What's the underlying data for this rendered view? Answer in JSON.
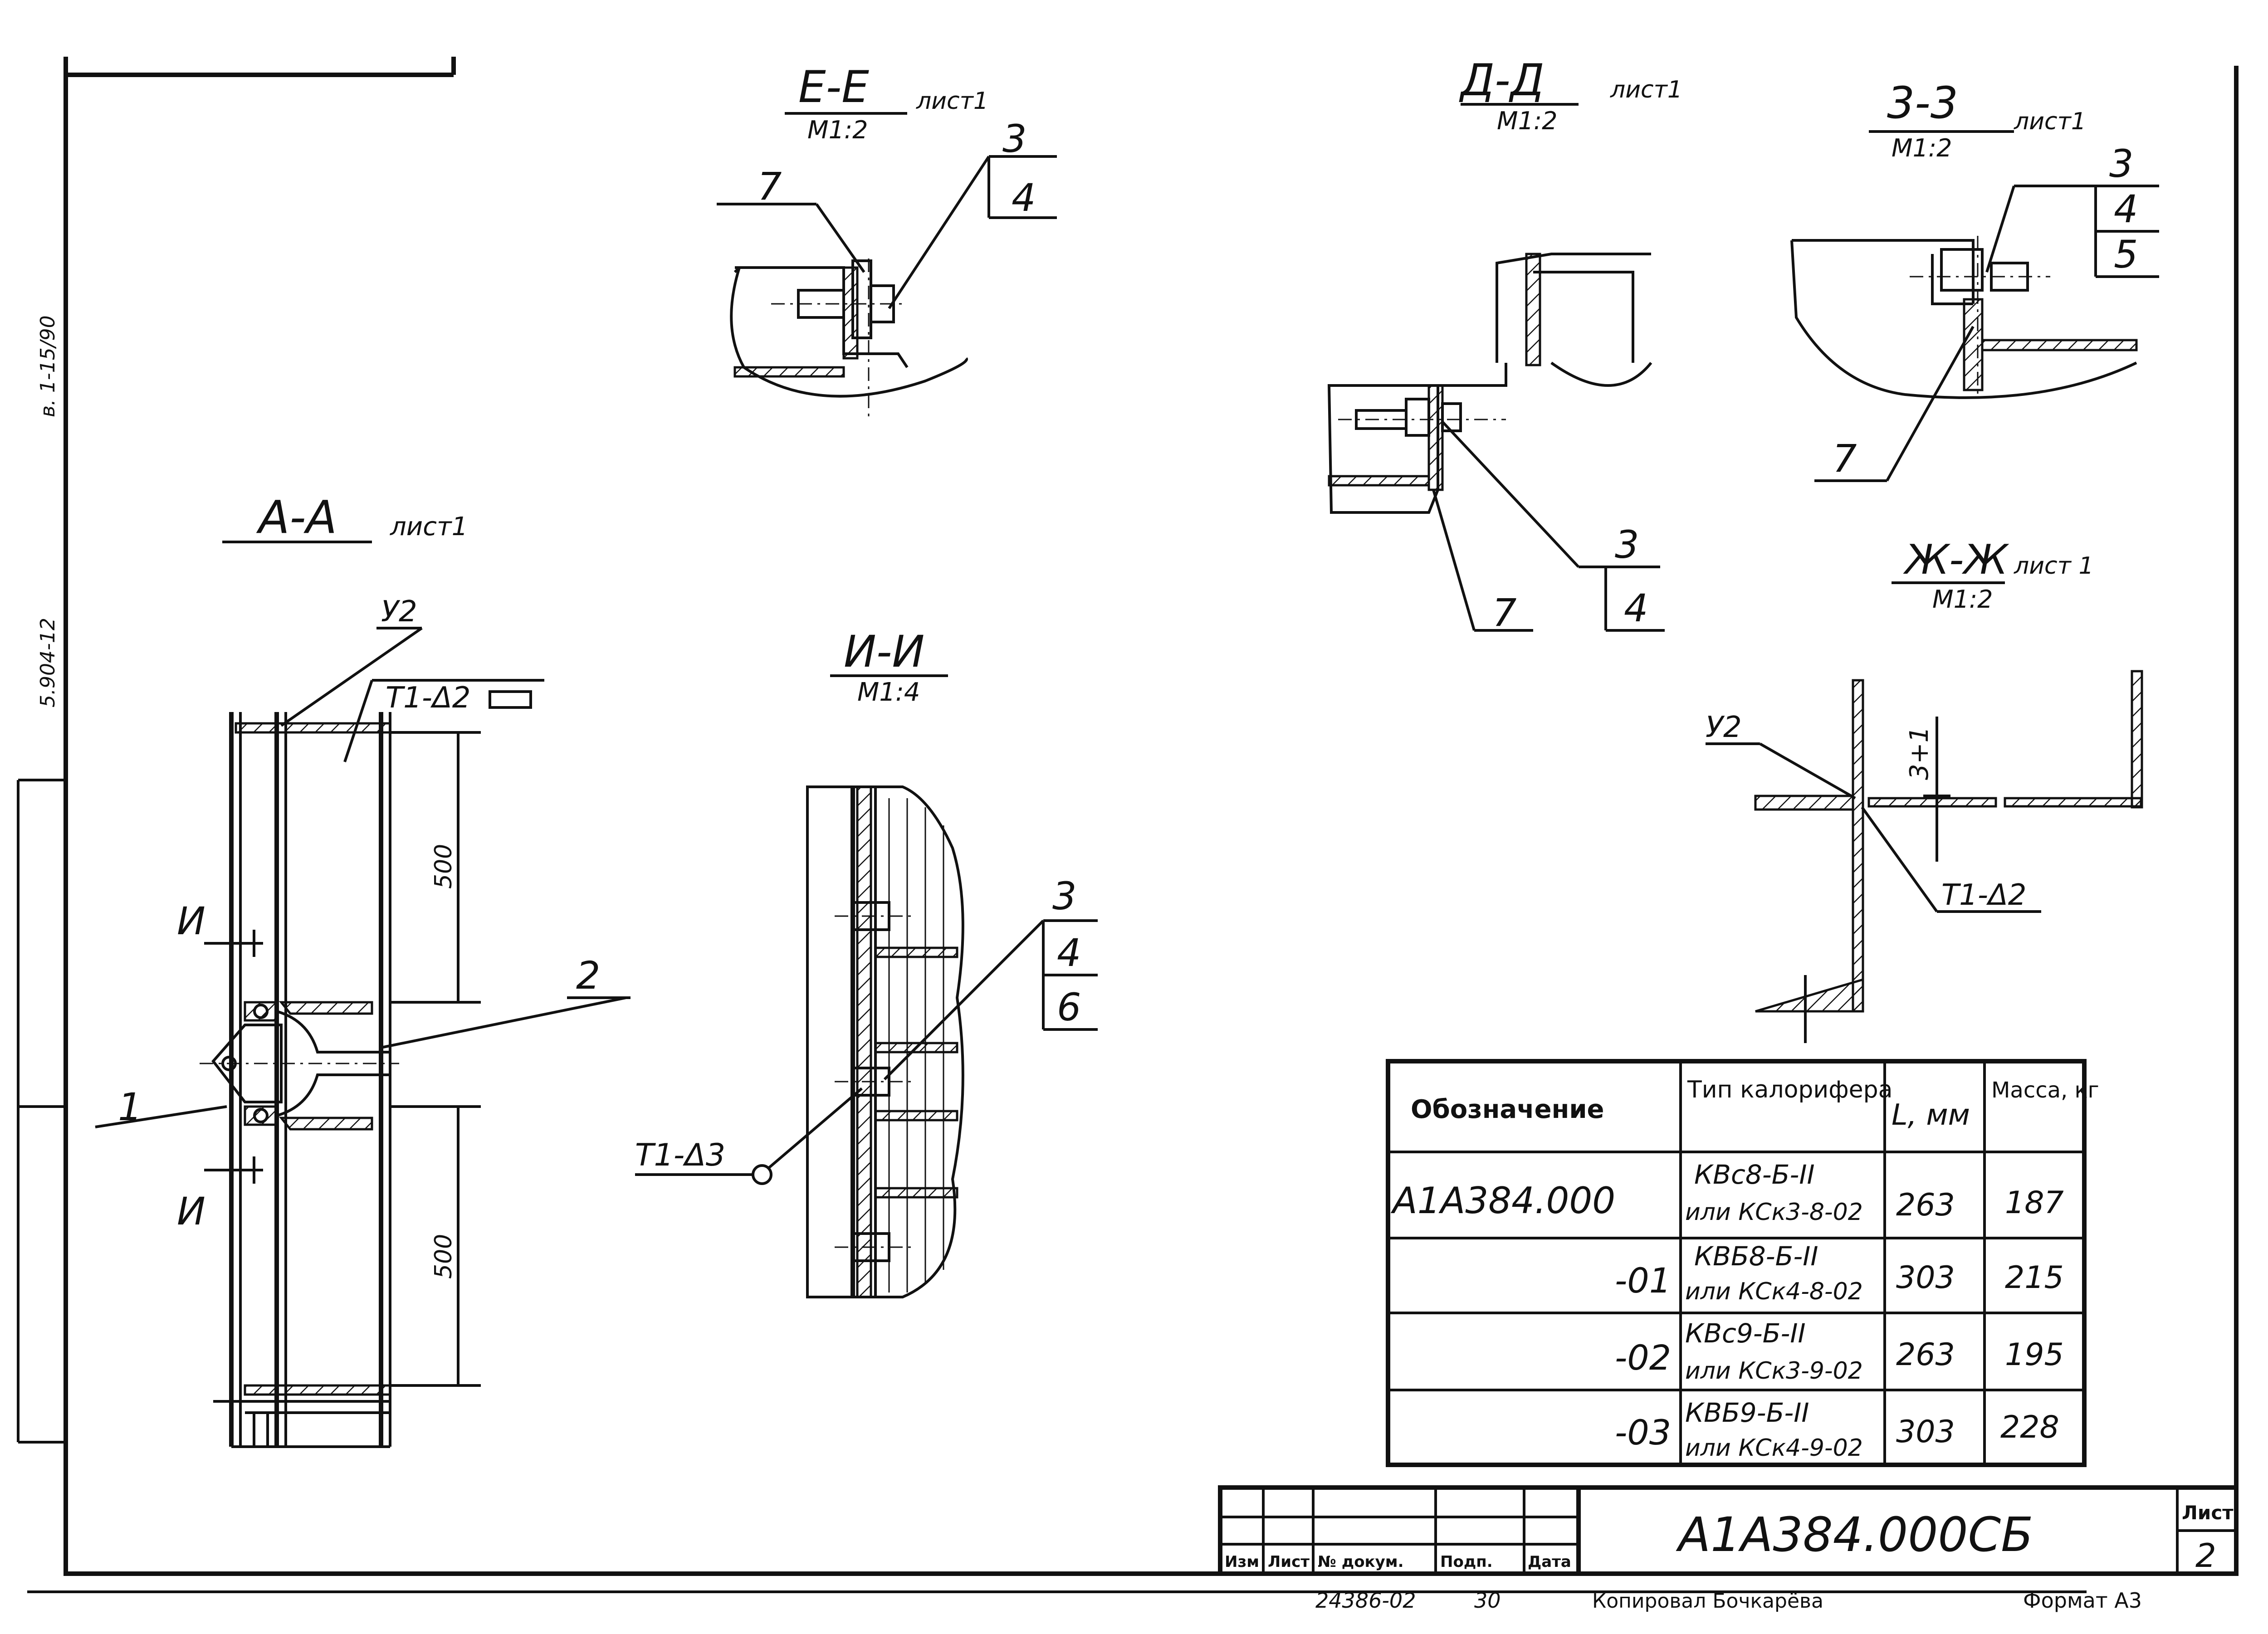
{
  "margin": {
    "series_code": "5.904-12",
    "issue_code": "в. 1-15/90"
  },
  "sections": {
    "e_e": {
      "title": "Е-Е",
      "sheet": "лист1",
      "scale": "М1:2",
      "callouts": [
        "7",
        "3",
        "4"
      ]
    },
    "d_d": {
      "title": "Д-Д",
      "sheet": "лист1",
      "scale": "М1:2",
      "callouts": [
        "3",
        "4",
        "7"
      ]
    },
    "z_z": {
      "title": "3-3",
      "sheet": "лист1",
      "scale": "М1:2",
      "callouts": [
        "3",
        "4",
        "5",
        "7"
      ]
    },
    "a_a": {
      "title": "А-А",
      "sheet": "лист1",
      "callouts": [
        "У2",
        "Т1-Δ2",
        "2",
        "1",
        "И",
        "И"
      ],
      "dims": [
        "500",
        "500"
      ]
    },
    "i_i": {
      "title": "И-И",
      "scale": "М1:4",
      "callouts": [
        "3",
        "4",
        "6",
        "Т1-Δ3"
      ]
    },
    "zh_zh": {
      "title": "Ж-Ж",
      "sheet": "лист 1",
      "scale": "М1:2",
      "callouts": [
        "У2",
        "Т1-Δ2"
      ],
      "dims": [
        "3+1"
      ]
    }
  },
  "spec_table": {
    "headers": [
      "Обозначение",
      "Тип калорифера",
      "L, мм",
      "Масса, кг"
    ],
    "rows": [
      {
        "designation": "А1А384.000",
        "type_line1": "КВс8-Б-II",
        "type_line2": "или КСк3-8-02",
        "length": "263",
        "mass": "187"
      },
      {
        "designation": "-01",
        "type_line1": "КВБ8-Б-II",
        "type_line2": "или КСк4-8-02",
        "length": "303",
        "mass": "215"
      },
      {
        "designation": "-02",
        "type_line1": "КВс9-Б-II",
        "type_line2": "или КСк3-9-02",
        "length": "263",
        "mass": "195"
      },
      {
        "designation": "-03",
        "type_line1": "КВБ9-Б-II",
        "type_line2": "или КСк4-9-02",
        "length": "303",
        "mass": "228"
      }
    ]
  },
  "title_block": {
    "document_code": "А1А384.000СБ",
    "sheet_label": "Лист",
    "sheet_number": "2",
    "columns": [
      "Изм",
      "Лист",
      "№ докум.",
      "Подп.",
      "Дата"
    ]
  },
  "footer": {
    "inventory": "24386-02",
    "number": "30",
    "copied_by": "Копировал Бочкарёва",
    "format": "Формат А3"
  }
}
